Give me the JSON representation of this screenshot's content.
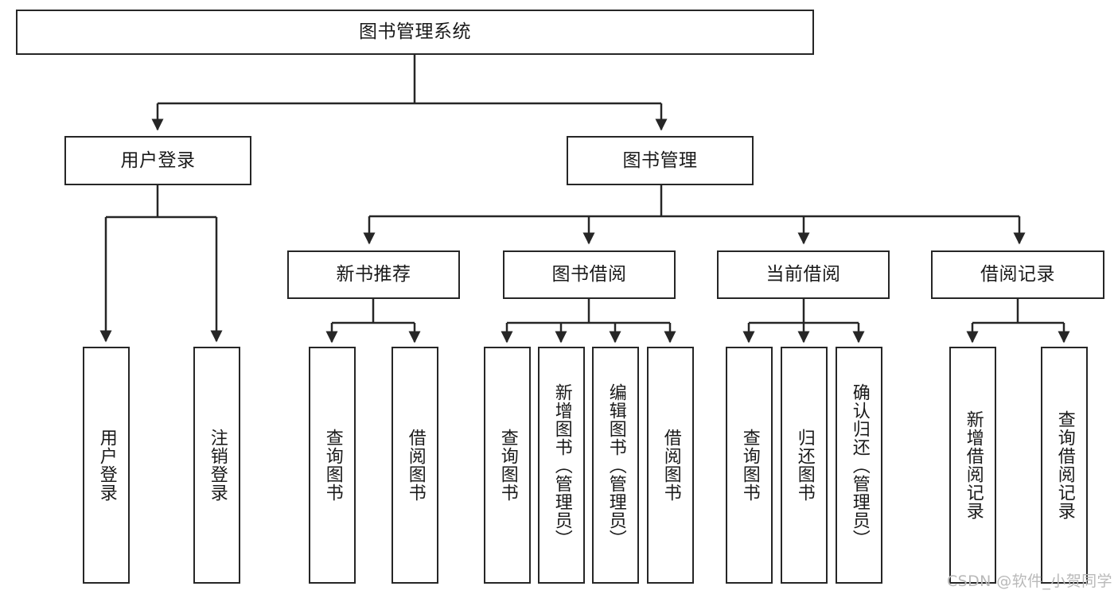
{
  "diagram": {
    "title": "图书管理系统",
    "root": {
      "label": "图书管理系统"
    },
    "level2": [
      {
        "label": "用户登录"
      },
      {
        "label": "图书管理"
      }
    ],
    "level3": [
      {
        "label": "新书推荐"
      },
      {
        "label": "图书借阅"
      },
      {
        "label": "当前借阅"
      },
      {
        "label": "借阅记录"
      }
    ],
    "leaves": {
      "user_login": [
        {
          "label": "用户登录"
        },
        {
          "label": "注销登录"
        }
      ],
      "new_book_recommend": [
        {
          "label": "查询图书"
        },
        {
          "label": "借阅图书"
        }
      ],
      "book_borrow": [
        {
          "label": "查询图书"
        },
        {
          "label": "新增图书（管理员）"
        },
        {
          "label": "编辑图书（管理员）"
        },
        {
          "label": "借阅图书"
        }
      ],
      "current_borrow": [
        {
          "label": "查询图书"
        },
        {
          "label": "归还图书"
        },
        {
          "label": "确认归还（管理员）"
        }
      ],
      "borrow_record": [
        {
          "label": "新增借阅记录"
        },
        {
          "label": "查询借阅记录"
        }
      ]
    }
  },
  "watermark": {
    "text": "CSDN @软件_小贺同学"
  },
  "colors": {
    "border": "#262626",
    "text": "#1a1a1a",
    "background": "#ffffff",
    "watermark": "#b9b9b9"
  }
}
